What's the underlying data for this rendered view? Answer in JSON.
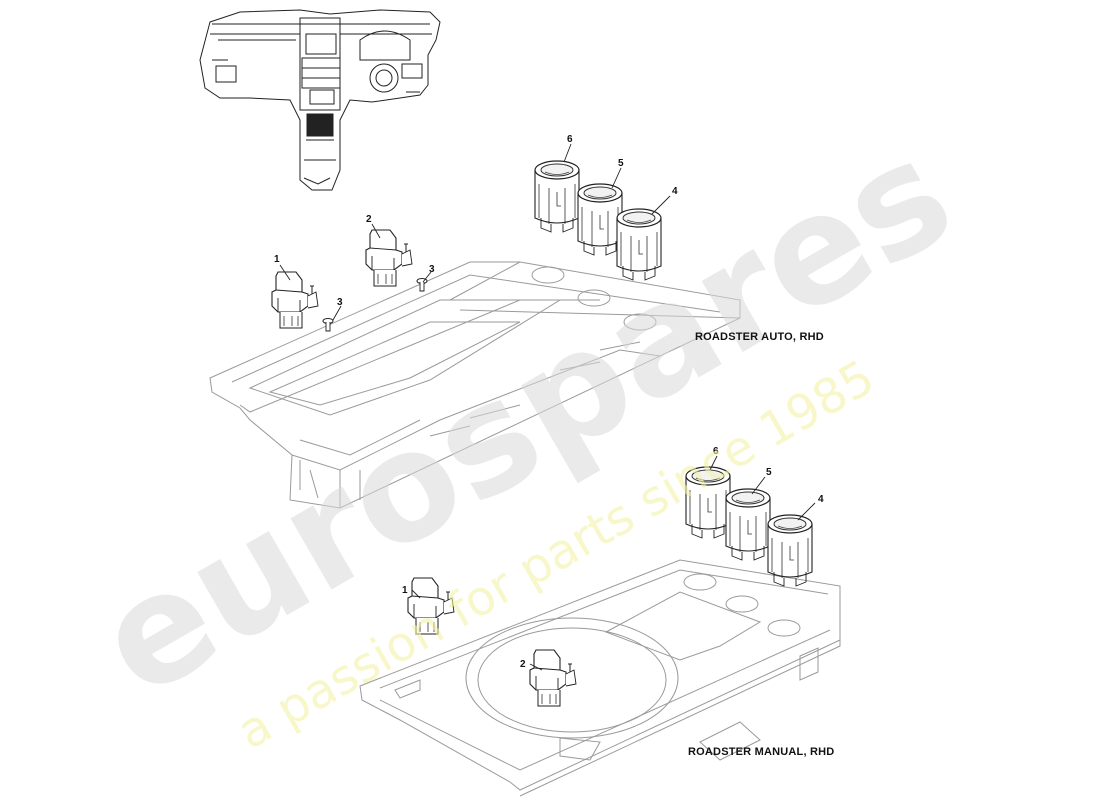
{
  "diagram": {
    "captions": {
      "auto": "ROADSTER AUTO, RHD",
      "manual": "ROADSTER MANUAL, RHD"
    },
    "callouts": {
      "auto": {
        "c1": "1",
        "c2": "2",
        "c3a": "3",
        "c3b": "3",
        "c4": "4",
        "c5": "5",
        "c6": "6"
      },
      "manual": {
        "c1": "1",
        "c2": "2",
        "c4": "4",
        "c5": "5",
        "c6": "6"
      }
    }
  },
  "watermark": {
    "brand": "eurospares",
    "tagline": "a passion for parts since 1985",
    "brand_color": "#d8d8d8",
    "tagline_color": "#f3f1a6"
  }
}
